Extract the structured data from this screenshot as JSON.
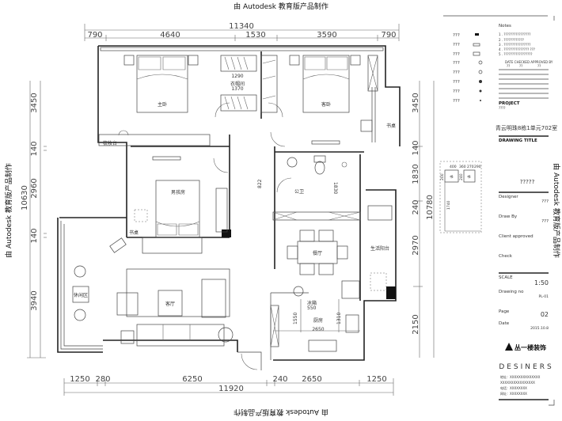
{
  "watermark": "由 Autodesk 教育版产品制作",
  "dimensions": {
    "top_total": "11340",
    "top": [
      "790",
      "4640",
      "1530",
      "3590",
      "790"
    ],
    "bottom_total": "11920",
    "bottom": [
      "1250",
      "280",
      "6250",
      "240",
      "2650",
      "1250"
    ],
    "left_total": "10630",
    "left": [
      "3450",
      "140",
      "2960",
      "140",
      "3940"
    ],
    "right_total": "10780",
    "right": [
      "3450",
      "140",
      "1830",
      "240",
      "2970",
      "2150"
    ]
  },
  "rooms": {
    "master_bedroom": "主卧",
    "closet": "衣帽间",
    "closet_dim1": "1290",
    "closet_dim2": "1370",
    "guest_bedroom": "客卧",
    "desk": "书桌",
    "dresser": "梳妆台",
    "boys_room": "男孩房",
    "boys_desk": "书桌",
    "bathroom": "公卫",
    "bathroom_dim": "1830",
    "bathroom_door_dim": "822",
    "dining": "餐厅",
    "utility_balcony": "生活阳台",
    "kitchen": "厨房",
    "kitchen_dims": [
      "1550",
      "1310",
      "2650",
      "550"
    ],
    "kitchen_fridge": "冰箱",
    "living_room": "客厅",
    "leisure_area": "休闲区"
  },
  "detail_box": {
    "dims": [
      "400",
      "360",
      "270",
      "290",
      "200",
      "240",
      "1740"
    ],
    "labels": [
      "书",
      "书"
    ]
  },
  "title_block": {
    "notes_title": "Notes",
    "notes": [
      "1 . ????????????????",
      "2 . ????????????",
      "3 . ????????????????",
      "4 . ??????????????? ???",
      "5 . ?????????????????"
    ],
    "approval_header": "DATE CHECKED APPROVED BY",
    "approval_sub": [
      "??",
      "??",
      "??"
    ],
    "legend": [
      "???",
      "???",
      "???",
      "???",
      "???",
      "???",
      "???",
      "???"
    ],
    "project_label": "PROJECT",
    "project_value": "????",
    "project_name": "青云明珠8栋1单元702室",
    "drawing_title_label": "DRAWING TITLE",
    "drawing_title_value": "?????",
    "designer_label": "Designer",
    "designer_value": "???",
    "draw_by_label": "Draw By",
    "draw_by_value": "???",
    "client_label": "Client approved",
    "check_label": "Check",
    "scale_label": "SCALE",
    "scale_value": "1:50",
    "drawing_no_label": "Drawing  no",
    "drawing_no_value": "PL-01",
    "page_label": "Page",
    "page_value": "02",
    "date_label": "Date",
    "date_value": "2015.10.8",
    "company": "丛一楼装饰",
    "company_en": "DESINERS",
    "address": [
      "地址：XXXXXXXXXXXXXX",
      "XXXXXXXXXXXXXXXX",
      "电话：XXXXXXXX",
      "网址：XXXXXXXX"
    ]
  }
}
